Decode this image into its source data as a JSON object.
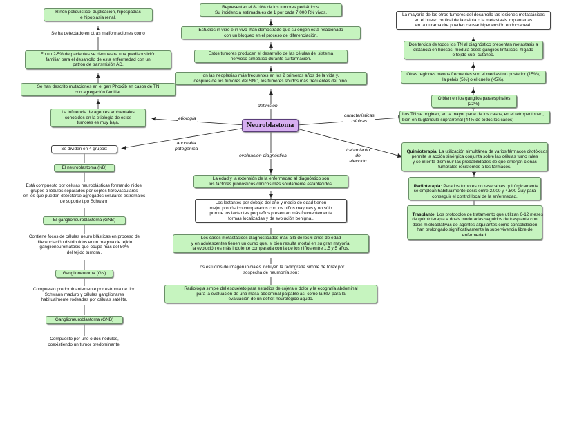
{
  "center": "Neuroblastoma",
  "links": {
    "definicion": "definición",
    "etiologia": "etiología",
    "caracteristicas": "características\nclínicas",
    "anomalia": "anomalía\npatogénica",
    "evaluacion": "evaluación diagnóstica",
    "tratamiento": "tratamiento\nde\nelección"
  },
  "definicion": {
    "n1": "Representan el 8-10% de los tumores pediátricos.\nSu incidencia estimada es de 1 por cada 7.000 RN vivos.",
    "n2": "Estudios in vitro e in vivo  han demostrado que su origen está relacionado\ncon un bloqueo en el proceso de diferenciación.",
    "n3": "Estos tumores producen el desarrollo de las células del sistema\nnervioso simpático durante su formación.",
    "n4": "on las neoplasias más frecuentes en los 2 primeros años de la vida y,\ndespués de los tumores del SNC, los tumores sólidos más frecuentes del niño."
  },
  "etiologia": {
    "n1": "Riñón poliquístico, duplicación, hipospadias\ne hipoplasia renal.",
    "n2": "Se ha detectado en otras malformaciones como",
    "n3": "En un 2-5% de pacientes se demuestra una predisposición\nfamiliar para el desarrollo de esta enfermedad con un\npatrón de transmisión AD.",
    "n4": "Se han descrito mutaciones en el gen Phox2b en casos de TN\ncon agregación familiar.",
    "n5": "La influencia de agentes ambientales\nconocidos en la etiología de estos\ntumores es muy baja."
  },
  "anomalia": {
    "groups": "Se dividen en 4 grupos:",
    "nb": "El neuroblastoma (NB)",
    "nb_desc": "Está compuesto por células neuroblásticas formando nidos,\ngrupos o lóbulos separados por septos fibrovasculares\nen los que pueden detectarse agregados celulares estromales\nde soporte tipo Schwann",
    "gnb1": "El ganglioneuroblastoma (GNB)",
    "gnb1_desc": "Contiene focos de células neuro blásticas en proceso de\ndiferenciación distribuidos enun magma de tejido\nganglioneuromatosis que ocupa más del 50%\ndel tejido tumoral.",
    "gn": "Ganglioneuroma (GN)",
    "gn_desc": "Compuesto predominantemente por estroma de tipo\nSchwann maduro y células ganglionares\nhabitualmente rodeadas por células satélite.",
    "gnb2": "Ganglioneuroblastoma (GNB)",
    "gnb2_desc": "Compuesto por uno o dos nódulos,\ncoexistiendo un tumor predominante."
  },
  "evaluacion": {
    "n1": "La edad y la extensión de la enfermedad al diagnóstico son\nlos factores pronósticos clínicos más sólidamente establecidos.",
    "n2": "Los lactantes por debajo del año y medio de edad tienen\nmejor pronóstico comparados con los niños mayores y no sólo\nporque los lactantes pequeños presentan más frecuentemente\nformas localizadas y de evolución benigna,.",
    "n3": "Los casos metastásicos diagnosticados más allá de los 6 años de edad\ny en adolescentes tienen un curso que, si bien resulta mortal en su gran mayoría,\nla evolución es más indolente comparada con la de los niños entre 1.5 y 5 años.",
    "n4": "Los estudios de imagen iniciales incluyen la radiografía simple de tórax por\nsospecha de neumonía son:",
    "n5": "Radiologia simple del esqueleto para estudios de cojera o dolor y la ecografía abdominal\npara la evaluación de una masa abdominal palpable así como la RM para la\nevaluación de un déficit neurológico agudo."
  },
  "caracteristicas": {
    "n1": "La mayoría de los otros tumores del desarrollo las lesiones metastásicas\nen el hueso cortical de la calota o la metastasis implantadas\nen la durama dre pueden causar hipertensión endocraneal.",
    "n2": "Dos tercios de todos los TN al diagnóstico presentan metástasis a\ndistancia en huesos, médula ósea: ganglios linfáticos, hígado\no tejido sub- cutáneo.",
    "n3": "Otras regiones menos frecuentes son el mediastino posterior (15%),\nla pelvis (5%) o el cuello (<5%).",
    "n4": "O bien en los ganglios paraespinales (22%).",
    "n5": "Los TN se originan, en la mayor parte de los casos, en el retroperitoneo,\nbien en la glándula suprarrenal (44% de todos los casos)"
  },
  "tratamiento": {
    "q_title": "Quimioterapia:",
    "q_text": " La utilización simultánea de varios fármacos citotóxicos\npermite la acción sinérgica conjunta sobre las células tumo rales\ny se intenta disminuir las probabilidades de que emerjan clonas\ntumorales resistentes a los fármacos.",
    "r_title": "Radioterapia:",
    "r_text": " Para los tumores no resecables quirúrgicamente\nse emplean habitualmente dosis entre 2.000 y 4.500 Gay para\nconseguir el control local de la enfermedad.",
    "t_title": "Trasplante:",
    "t_text": " Los protocolos de tratamiento que utilizan 6-12 meses\nde quimioterapia a dosis moderadas seguidos de trasplante con\ndosis mieloablativas de agentes alquilantes como consolidación\nhan prolongado significativamente la supervivencia libre de\nenfermedad."
  }
}
